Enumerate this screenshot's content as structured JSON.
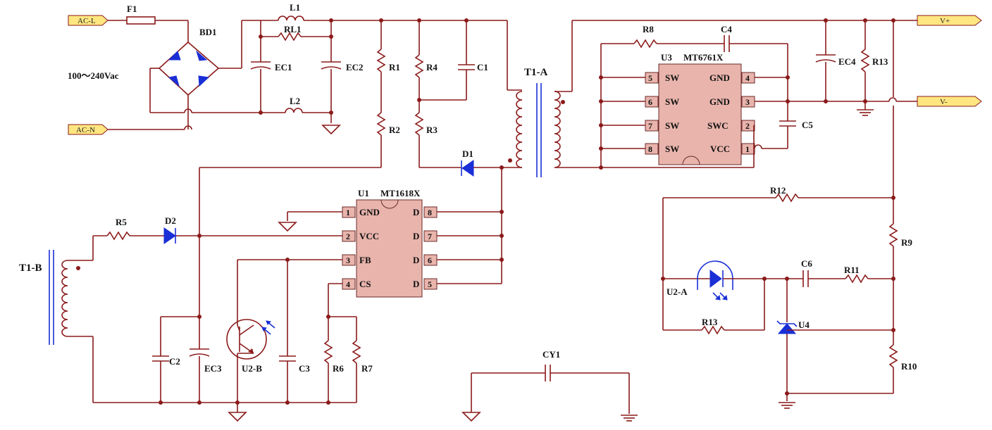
{
  "ports": {
    "ac_l": "AC-L",
    "ac_n": "AC-N",
    "v_plus": "V+",
    "v_minus": "V-"
  },
  "input_voltage": "100～240Vac",
  "refs": {
    "F1": "F1",
    "BD1": "BD1",
    "L1": "L1",
    "RL1": "RL1",
    "L2": "L2",
    "EC1": "EC1",
    "EC2": "EC2",
    "R1": "R1",
    "R2": "R2",
    "R3": "R3",
    "R4": "R4",
    "C1": "C1",
    "T1A": "T1-A",
    "T1B": "T1-B",
    "D1": "D1",
    "R8": "R8",
    "C4": "C4",
    "U3": "U3",
    "U3_part": "MT6761X",
    "C5": "C5",
    "EC4": "EC4",
    "R13a": "R13",
    "U1": "U1",
    "U1_part": "MT1618X",
    "R5": "R5",
    "D2": "D2",
    "C2": "C2",
    "EC3": "EC3",
    "U2B": "U2-B",
    "C3": "C3",
    "R6": "R6",
    "R7": "R7",
    "CY1": "CY1",
    "R12": "R12",
    "R9": "R9",
    "U2A": "U2-A",
    "C6": "C6",
    "R11": "R11",
    "R13b": "R13",
    "U4": "U4",
    "R10": "R10"
  },
  "u3_pins": {
    "left": [
      {
        "num": "5",
        "name": "SW"
      },
      {
        "num": "6",
        "name": "SW"
      },
      {
        "num": "7",
        "name": "SW"
      },
      {
        "num": "8",
        "name": "SW"
      }
    ],
    "right": [
      {
        "num": "4",
        "name": "GND"
      },
      {
        "num": "3",
        "name": "GND"
      },
      {
        "num": "2",
        "name": "SWC"
      },
      {
        "num": "1",
        "name": "VCC"
      }
    ]
  },
  "u1_pins": {
    "left": [
      {
        "num": "1",
        "name": "GND"
      },
      {
        "num": "2",
        "name": "VCC"
      },
      {
        "num": "3",
        "name": "FB"
      },
      {
        "num": "4",
        "name": "CS"
      }
    ],
    "right": [
      {
        "num": "8",
        "name": "D"
      },
      {
        "num": "7",
        "name": "D"
      },
      {
        "num": "6",
        "name": "D"
      },
      {
        "num": "5",
        "name": "D"
      }
    ]
  },
  "colors": {
    "wire": "#8b1a1a",
    "ic_fill": "#e8b4ac",
    "port_fill": "#ffe680",
    "led": "#1a2fd6"
  }
}
